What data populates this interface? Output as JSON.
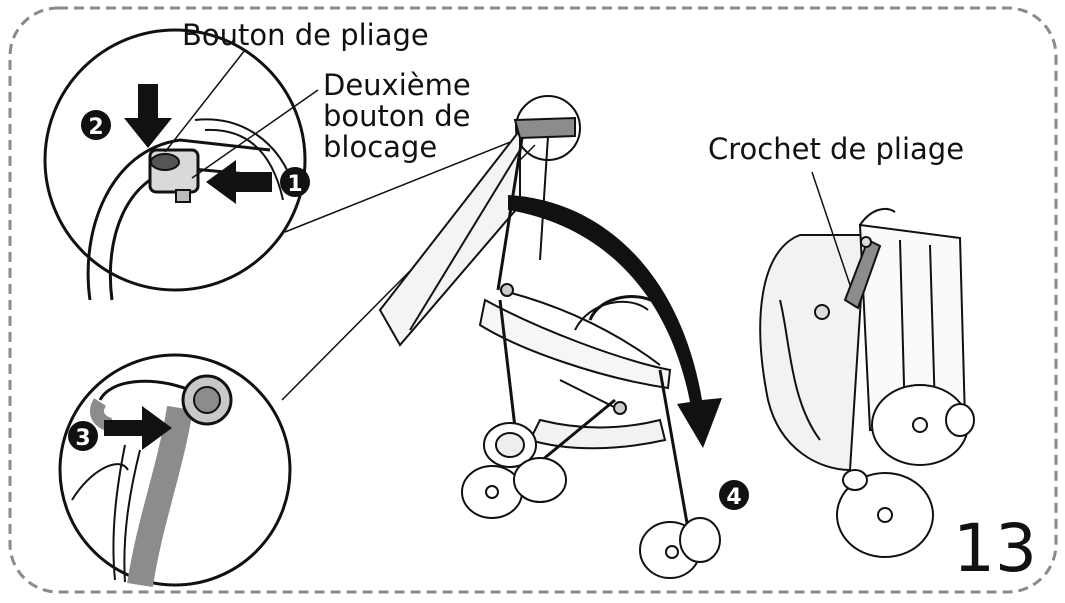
{
  "labels": {
    "fold_button": "Bouton de pliage",
    "second_lock_button": [
      "Deuxième",
      "bouton de",
      "blocage"
    ],
    "fold_hook": "Crochet de pliage"
  },
  "steps": [
    "1",
    "2",
    "3",
    "4"
  ],
  "page_number": "13",
  "colors": {
    "line": "#111111",
    "frame_border": "#8a8a8a",
    "handle_fill": "#8c8c8c",
    "step_marker": "#111111"
  }
}
